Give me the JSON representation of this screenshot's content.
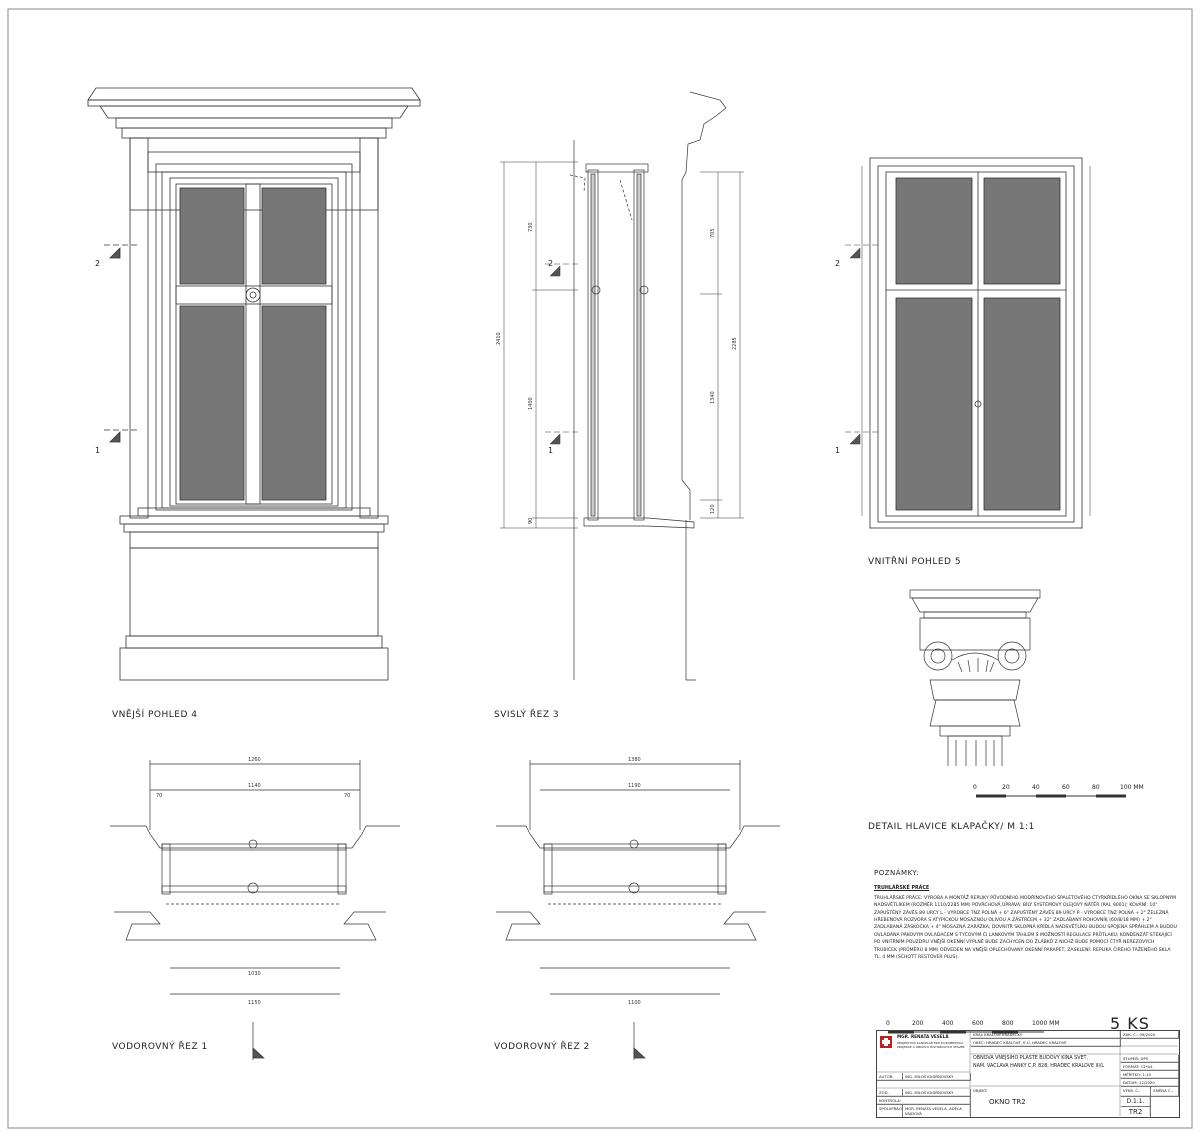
{
  "views": {
    "exterior": "VNĚJŠÍ POHLED 4",
    "section_v": "SVISLÝ ŘEZ 3",
    "interior": "VNITŘNÍ POHLED 5",
    "detail": "DETAIL HLAVICE KLAPAČKY/ M 1:1",
    "hsec1": "VODOROVNÝ ŘEZ 1",
    "hsec2": "VODOROVNÝ ŘEZ 2"
  },
  "markers": {
    "one": "1",
    "two": "2"
  },
  "scale_small": {
    "ticks": [
      "0",
      "20",
      "40",
      "60",
      "80",
      "100 MM"
    ]
  },
  "scale_large": {
    "ticks": [
      "0",
      "200",
      "400",
      "600",
      "800",
      "1000 MM"
    ]
  },
  "quantity": "5 KS",
  "notes": {
    "title": "POZNÁMKY:",
    "subtitle": "TRUHLÁŘSKÉ PRÁCE",
    "body": "TRUHLÁŘSKÉ PRÁCE: VÝROBA A MONTÁŽ REPLIKY PŮVODNÍHO MODŘÍNOVÉHO ŠPALETOVÉHO ČTYŘKŘÍDLÉHO OKNA SE SKLOPNÝM NADSVĚTLÍKEM (ROZMĚR 1110/2285 MM) POVRCHOVÁ ÚPRAVA: BÍLÝ SYSTÉMOVÝ OLEJOVÝ NÁTĚR (RAL 9001); KOVÁNÍ: 10° ZAPUŠTĚNÝ ZÁVĚS 89 URCY L - VÝROBCE TNZ POLNÁ + 6° ZAPUŠTĚNÝ ZÁVĚS 89 URCY P - VÝROBCE TNZ POLNÁ + 2° ŽELEZNÁ HŘEBENOVÁ ROZVORA S ATYPICKOU MOSAZNOU OLIVOU A ZÁSTRČEM + 32° ZADLABANÝ ROHOVNÍK (60/8/18 MM) + 2° ZADLABANÁ ZÁSKOČKA + 4° MOSAZNÁ ZARÁŽKA; DOVNITŘ SKLOPNÁ KŘÍDLA NADSVĚTLÍKU BUDOU SPOJENA SPŘÁHLEM A BUDOU OVLÁDÁNA PÁKOVÝM OVLADAČEM S TYČOVÝM ČI LANKOVÝM TÁHLEM S MOŽNOSTÍ REGULACE PRŮTLAKU; KONDENZÁT STÉKAJÍCÍ PO VNITŘNÍM POUZDRU VNĚJŠÍ OKENNÍ VÝPLNĚ BUDE ZACHYCEN DO ŽLÁBKŮ Z NICHŽ BUDE POMOCÍ ČTYŘ NEREZOVÝCH TRUBIČEK (PRŮMĚRU 8 MM) ODVEDEN NA VNĚJŠÍ OPLECHOVANÝ OKENNÍ PARAPET; ZASKLENÍ: REPLIKA ČIRÉHO TAŽENÉHO SKLA TL. 4 MM (SCHOTT RESTOVER PLUS)."
  },
  "title_block": {
    "firm": "MGR. RENATA VESELÁ",
    "firm_sub": "PROJEKTOVÁ KANCELÁŘ PRO DOKUMENTACI, PROJEKCE A OBNOVU HISTORICKÝCH STAVEB",
    "author_label": "AUTOR:",
    "author": "ING. MILOŠ KUDRNOVSKÝ",
    "resp_label": "ZOD. PROJ.:",
    "resp": "ING. MILOŠ KUDRNOVSKÝ",
    "check_label": "KONTROLA:",
    "coop_label": "SPOLUPRÁCE:",
    "coop": "MGR. RENATA VESELÁ, ADÉLA VAJDOVÁ",
    "kraj": "KRAJ: KRÁLOVÉHRADECKÝ",
    "obec": "OBEC: HRADEC KRÁLOVÉ, K.Ú. HRADEC KRÁLOVÉ",
    "project": "OBNOVA VNĚJŠÍHO PLÁŠTĚ BUDOVY KINA SVĚT,",
    "project2": "NÁM. VÁCLAVA HANKY Č.P. 828, HRADEC KRÁLOVÉ III/L",
    "object_label": "OBJEKT:",
    "object": "OKNO TR2",
    "zak": "ZAK. Č.: 09/2020",
    "stage": "STUPEŇ: DPS",
    "format": "FORMÁT: 12*A4",
    "scale": "MĚŘÍTKO: 1:15",
    "date": "DATUM: 12/2020",
    "drawing_no_label": "VÝKR. Č.:",
    "drawing_no": "D.1.1.",
    "sheet": "TR2",
    "change_label": "ZMĚNA Č.:"
  },
  "dims": {
    "ext_w_total": "1260",
    "ext_w_inner": "1140",
    "ext_w_side": "70",
    "hs1_w_inner": "1030",
    "hs1_w_total": "1150",
    "hs2_w_total": "1380",
    "hs2_w_inner": "1190",
    "hs2_bottom": "1100",
    "sv_total": "2410",
    "sv_right": "2285",
    "sv_a": "730",
    "sv_b": "1400",
    "sv_c": "90",
    "sv_r1": "705",
    "sv_r2": "1340",
    "sv_r3": "120"
  }
}
